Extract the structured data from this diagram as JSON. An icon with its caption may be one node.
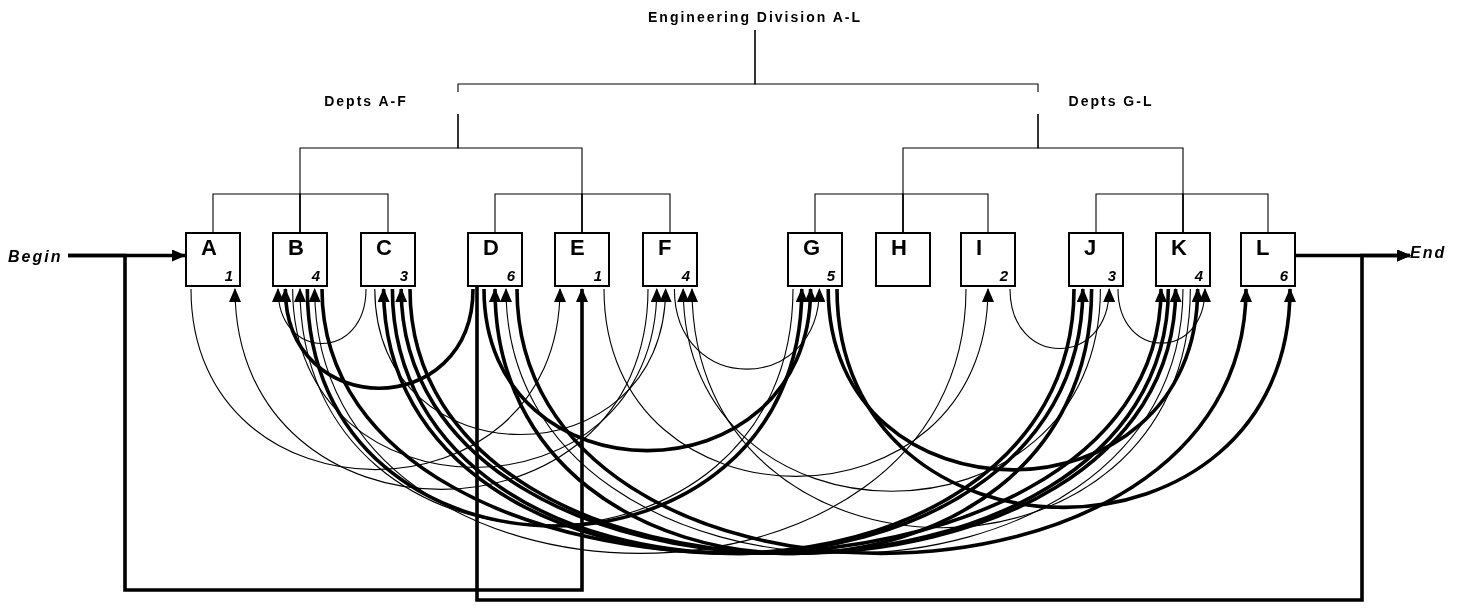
{
  "diagram": {
    "nodes": [
      {
        "text": [
          "Engineering Division A-L"
        ]
      },
      {
        "text": [
          "Depts A-F"
        ]
      },
      {
        "text": [
          "Depts G-L"
        ]
      },
      {
        "text": [
          "Begin"
        ]
      },
      {
        "text": [
          "A",
          "1"
        ]
      },
      {
        "text": [
          "B",
          "4"
        ]
      },
      {
        "text": [
          "C",
          "3"
        ]
      },
      {
        "text": [
          "D",
          "6"
        ]
      },
      {
        "text": [
          "E",
          "1"
        ]
      },
      {
        "text": [
          "F",
          "4"
        ]
      },
      {
        "text": [
          "G",
          "5"
        ]
      },
      {
        "text": [
          "H"
        ]
      },
      {
        "text": [
          "I",
          "2"
        ]
      },
      {
        "text": [
          "J",
          "3"
        ]
      },
      {
        "text": [
          "K",
          "4"
        ]
      },
      {
        "text": [
          "L",
          "6"
        ]
      },
      {
        "text": [
          "End"
        ]
      }
    ],
    "edges": [
      {
        "from": 0,
        "to": 1,
        "arrow": "none"
      },
      {
        "from": 0,
        "to": 2,
        "arrow": "none"
      },
      {
        "from": 1,
        "to": 5,
        "arrow": "none"
      },
      {
        "from": 1,
        "to": 8,
        "arrow": "none"
      },
      {
        "from": 2,
        "to": 11,
        "arrow": "none"
      },
      {
        "from": 2,
        "to": 14,
        "arrow": "none"
      },
      {
        "from": 5,
        "to": 4,
        "arrow": "none"
      },
      {
        "from": 5,
        "to": 6,
        "arrow": "none"
      },
      {
        "from": 8,
        "to": 7,
        "arrow": "none"
      },
      {
        "from": 8,
        "to": 9,
        "arrow": "none"
      },
      {
        "from": 11,
        "to": 10,
        "arrow": "none"
      },
      {
        "from": 11,
        "to": 12,
        "arrow": "none"
      },
      {
        "from": 14,
        "to": 13,
        "arrow": "none"
      },
      {
        "from": 14,
        "to": 15,
        "arrow": "none"
      },
      {
        "from": 3,
        "to": 4,
        "arrow": "to",
        "style": "thick"
      },
      {
        "from": 3,
        "to": 8,
        "arrow": "to",
        "style": "thick"
      },
      {
        "from": 15,
        "to": 16,
        "arrow": "to",
        "style": "thick"
      },
      {
        "from": 7,
        "to": 16,
        "arrow": "to",
        "style": "thick"
      },
      {
        "from": 6,
        "to": 5,
        "arrow": "to"
      },
      {
        "from": 9,
        "to": 10,
        "arrow": "to"
      },
      {
        "from": 12,
        "to": 13,
        "arrow": "to"
      },
      {
        "from": 13,
        "to": 14,
        "arrow": "to"
      },
      {
        "from": 9,
        "to": 4,
        "arrow": "to"
      },
      {
        "from": 7,
        "to": 5,
        "arrow": "to",
        "style": "thick"
      },
      {
        "from": 10,
        "to": 5,
        "arrow": "to"
      },
      {
        "from": 12,
        "to": 5,
        "arrow": "to"
      },
      {
        "from": 13,
        "to": 6,
        "arrow": "to",
        "style": "thick"
      },
      {
        "from": 14,
        "to": 6,
        "arrow": "to",
        "style": "thick"
      },
      {
        "from": 13,
        "to": 7,
        "arrow": "to",
        "style": "thick"
      },
      {
        "from": 14,
        "to": 7,
        "arrow": "to"
      },
      {
        "from": 4,
        "to": 8,
        "arrow": "to"
      },
      {
        "from": 5,
        "to": 9,
        "arrow": "to"
      },
      {
        "from": 6,
        "to": 9,
        "arrow": "to"
      },
      {
        "from": 13,
        "to": 9,
        "arrow": "to"
      },
      {
        "from": 14,
        "to": 9,
        "arrow": "to"
      },
      {
        "from": 5,
        "to": 10,
        "arrow": "to",
        "style": "thick"
      },
      {
        "from": 7,
        "to": 10,
        "arrow": "to",
        "style": "thick"
      },
      {
        "from": 8,
        "to": 12,
        "arrow": "to"
      },
      {
        "from": 6,
        "to": 13,
        "arrow": "to",
        "style": "thick"
      },
      {
        "from": 5,
        "to": 14,
        "arrow": "to",
        "style": "thick"
      },
      {
        "from": 6,
        "to": 14,
        "arrow": "to",
        "style": "thick"
      },
      {
        "from": 10,
        "to": 14,
        "arrow": "to",
        "style": "thick"
      },
      {
        "from": 7,
        "to": 15,
        "arrow": "to",
        "style": "thick"
      },
      {
        "from": 10,
        "to": 15,
        "arrow": "to",
        "style": "thick"
      }
    ]
  }
}
